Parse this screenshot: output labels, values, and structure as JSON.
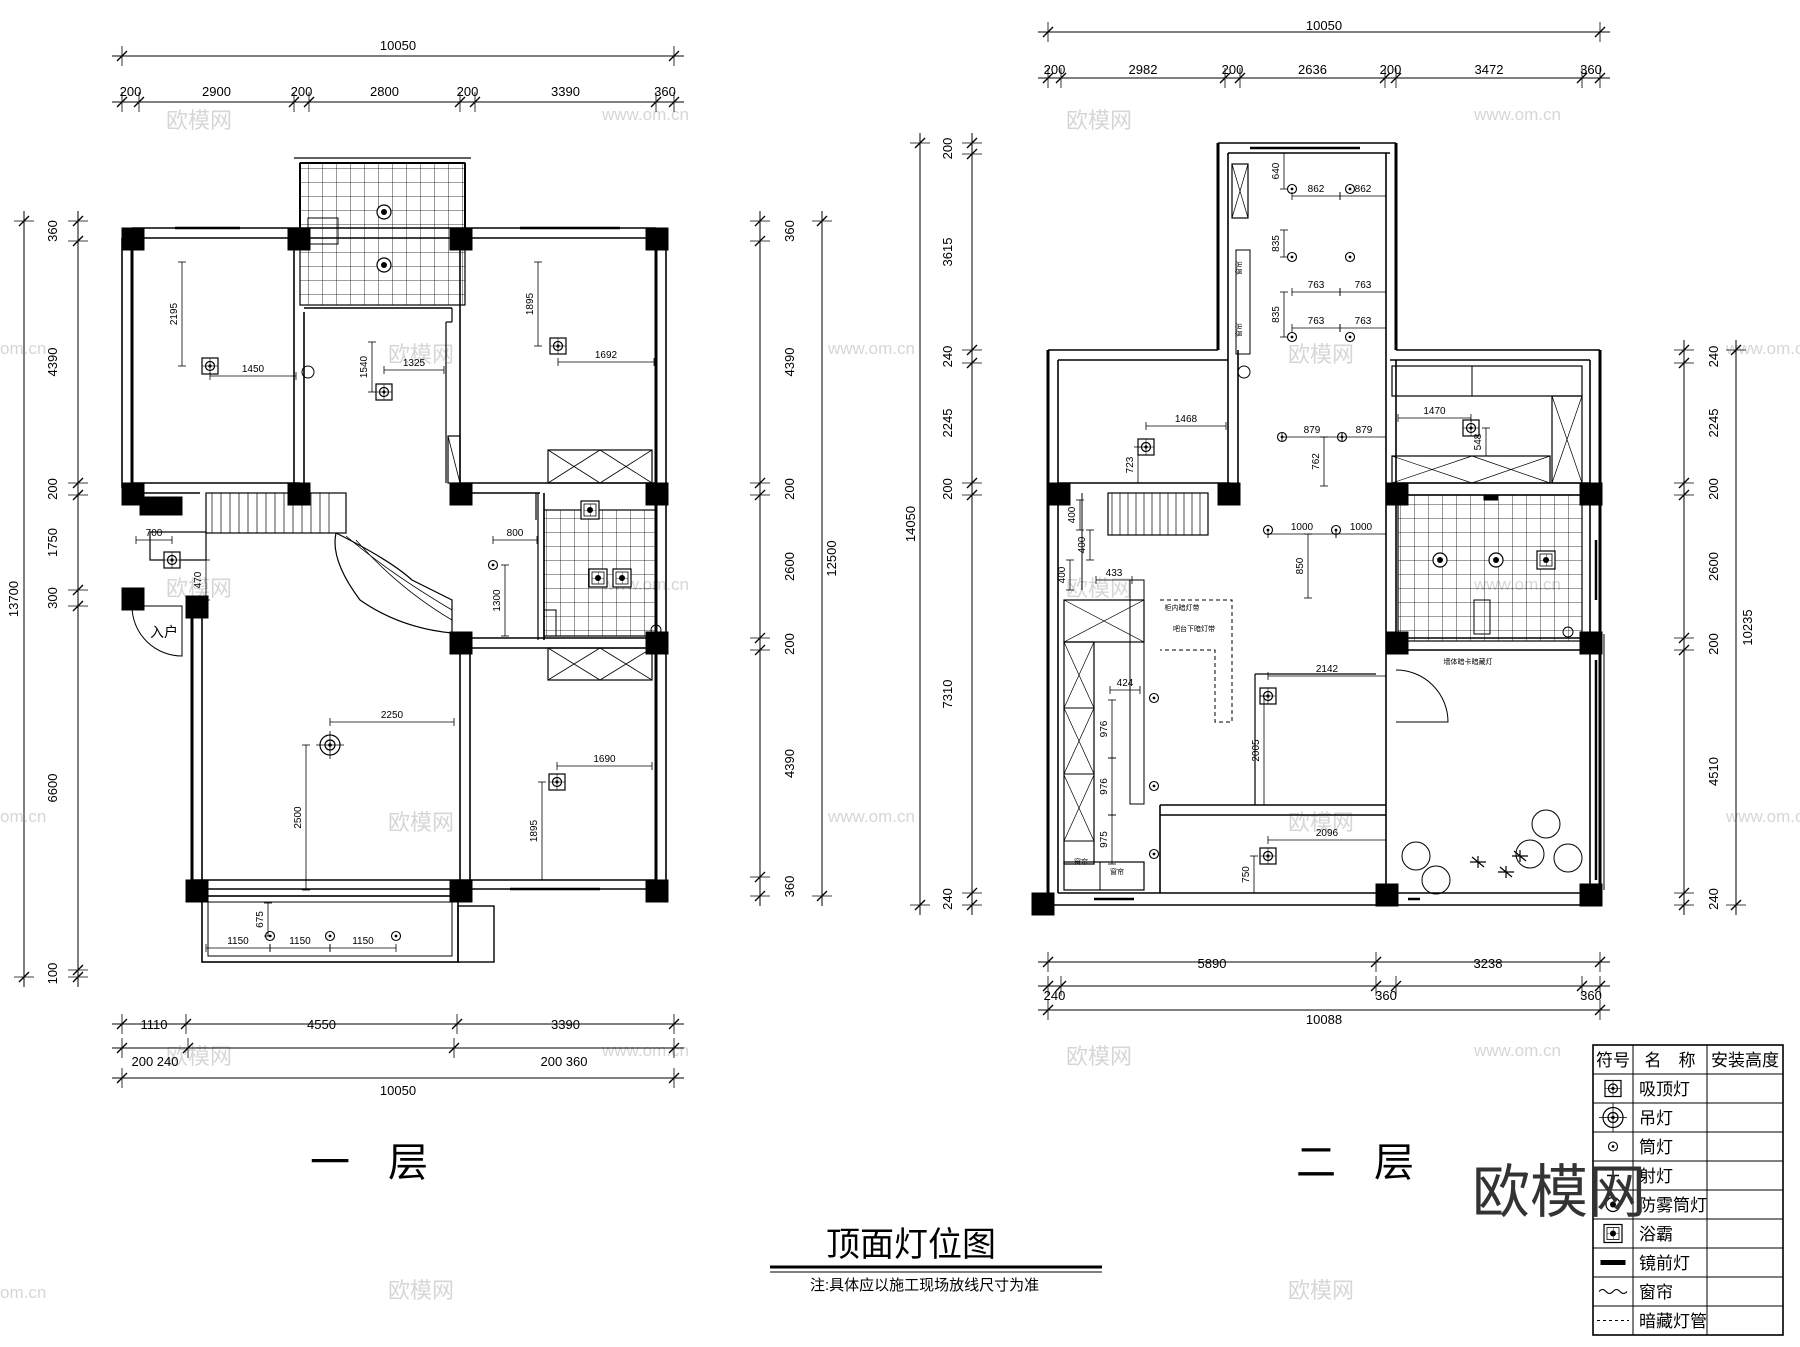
{
  "title": "顶面灯位图",
  "note": "注:具体应以施工现场放线尺寸为准",
  "floors": [
    {
      "name": "一层",
      "entry": "入户",
      "dims_top": {
        "total": "10050",
        "parts": [
          "200",
          "2900",
          "200",
          "2800",
          "200",
          "3390",
          "360"
        ]
      },
      "dims_bottom": {
        "top_row": [
          "1110",
          "4550",
          "3390"
        ],
        "bottom_row": [
          "200",
          "240",
          "200",
          "360"
        ],
        "total": "10050"
      },
      "dims_left": {
        "total": "13700",
        "parts": [
          "360",
          "4390",
          "200",
          "1750",
          "300",
          "6600",
          "100"
        ]
      },
      "dims_right": {
        "total": "12500",
        "parts": [
          "360",
          "4390",
          "200",
          "2600",
          "200",
          "4390",
          "360"
        ]
      },
      "interior": [
        "2195",
        "1450",
        "1540",
        "1325",
        "1895",
        "1692",
        "700",
        "470",
        "800",
        "1300",
        "2250",
        "2500",
        "1690",
        "1895",
        "675",
        "1150",
        "1150",
        "1150"
      ]
    },
    {
      "name": "二层",
      "dims_top": {
        "total": "10050",
        "parts": [
          "200",
          "2982",
          "200",
          "2636",
          "200",
          "3472",
          "360"
        ]
      },
      "dims_bottom": {
        "top_row": [
          "5890",
          "3238"
        ],
        "bottom_row": [
          "240",
          "360",
          "360"
        ],
        "total": "10088"
      },
      "dims_left": {
        "total": "14050",
        "parts": [
          "200",
          "3615",
          "240",
          "2245",
          "200",
          "7310",
          "240"
        ]
      },
      "dims_right": {
        "total": "10235",
        "parts": [
          "240",
          "2245",
          "200",
          "2600",
          "200",
          "4510",
          "240"
        ]
      },
      "interior": [
        "640",
        "862",
        "862",
        "835",
        "763",
        "763",
        "835",
        "763",
        "763",
        "1468",
        "723",
        "879",
        "879",
        "762",
        "1470",
        "548",
        "1000",
        "1000",
        "850",
        "400",
        "400",
        "400",
        "433",
        "424",
        "976",
        "976",
        "975",
        "2142",
        "2005",
        "2096",
        "750"
      ],
      "labels": [
        "柜内暗灯带",
        "吧台下暗灯带",
        "墙体暗卡暗藏灯",
        "窗帘",
        "窗帘",
        "窗帘",
        "窗帘",
        "窗帘",
        "窗帘"
      ]
    }
  ],
  "legend": {
    "headers": [
      "符号",
      "名　称",
      "安装高度"
    ],
    "rows": [
      "吸顶灯",
      "吊灯",
      "筒灯",
      "射灯",
      "防雾筒灯",
      "浴霸",
      "镜前灯",
      "窗帘",
      "暗藏灯管"
    ]
  },
  "watermarks": [
    "欧模网",
    "www.om.cn",
    "om.cn"
  ],
  "watermark_large": "欧模网"
}
